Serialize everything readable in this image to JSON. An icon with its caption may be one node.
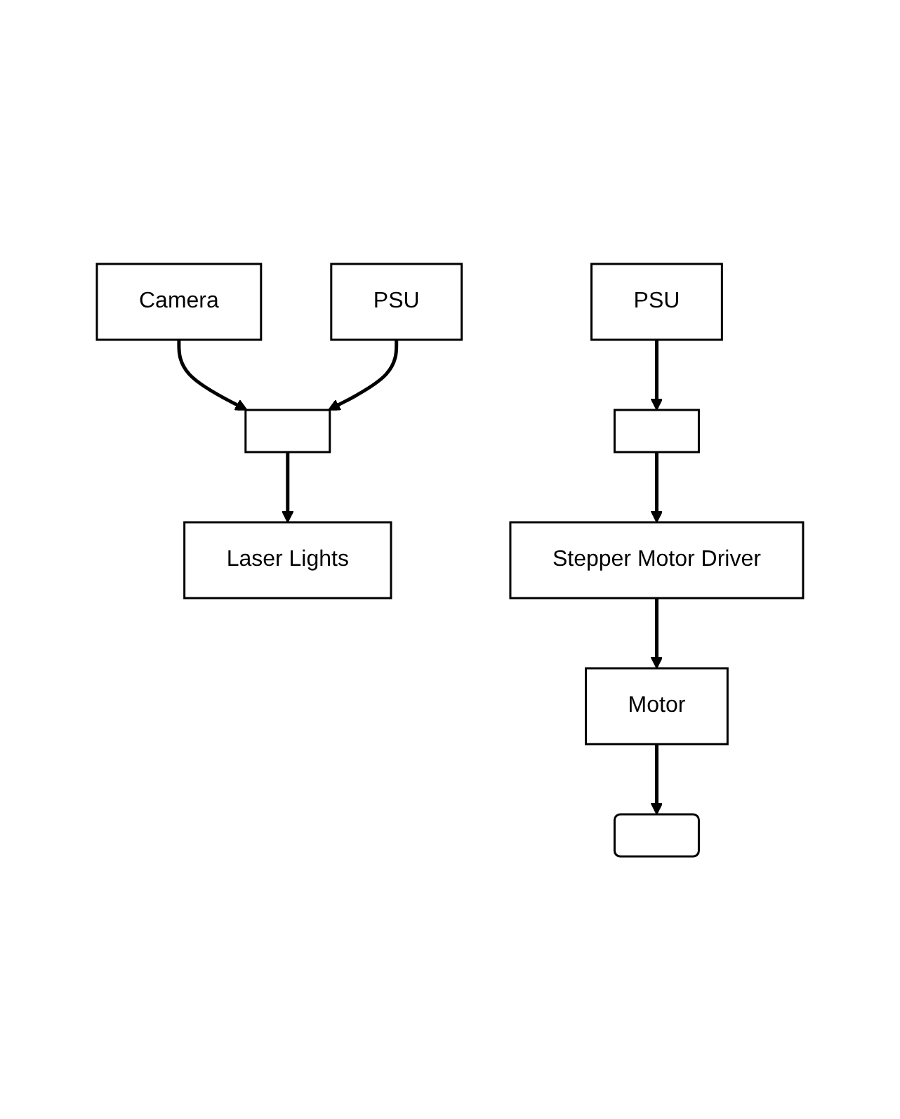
{
  "diagram": {
    "nodes": [
      {
        "text": [
          "Camera"
        ]
      },
      {
        "text": [
          "PSU"
        ]
      },
      {
        "text": [
          "Laser Lights"
        ]
      },
      {
        "text": [],
        "shape": "box"
      },
      {
        "text": [],
        "shape": "bar"
      },
      {
        "text": [
          "Motor"
        ]
      },
      {
        "text": [
          "PSU"
        ]
      },
      {
        "text": [],
        "shape": "box"
      },
      {
        "text": [
          "Stepper Motor Driver"
        ]
      }
    ],
    "edges": [
      {
        "from": 0,
        "to": 3,
        "arrow": "to"
      },
      {
        "from": 1,
        "to": 3,
        "arrow": "to"
      },
      {
        "from": 3,
        "to": 2,
        "arrow": "to"
      },
      {
        "from": 5,
        "to": 4,
        "arrow": "to"
      },
      {
        "from": 8,
        "to": 5,
        "arrow": "to"
      },
      {
        "from": 6,
        "to": 7,
        "arrow": "to"
      },
      {
        "from": 7,
        "to": 8,
        "arrow": "to"
      }
    ]
  }
}
